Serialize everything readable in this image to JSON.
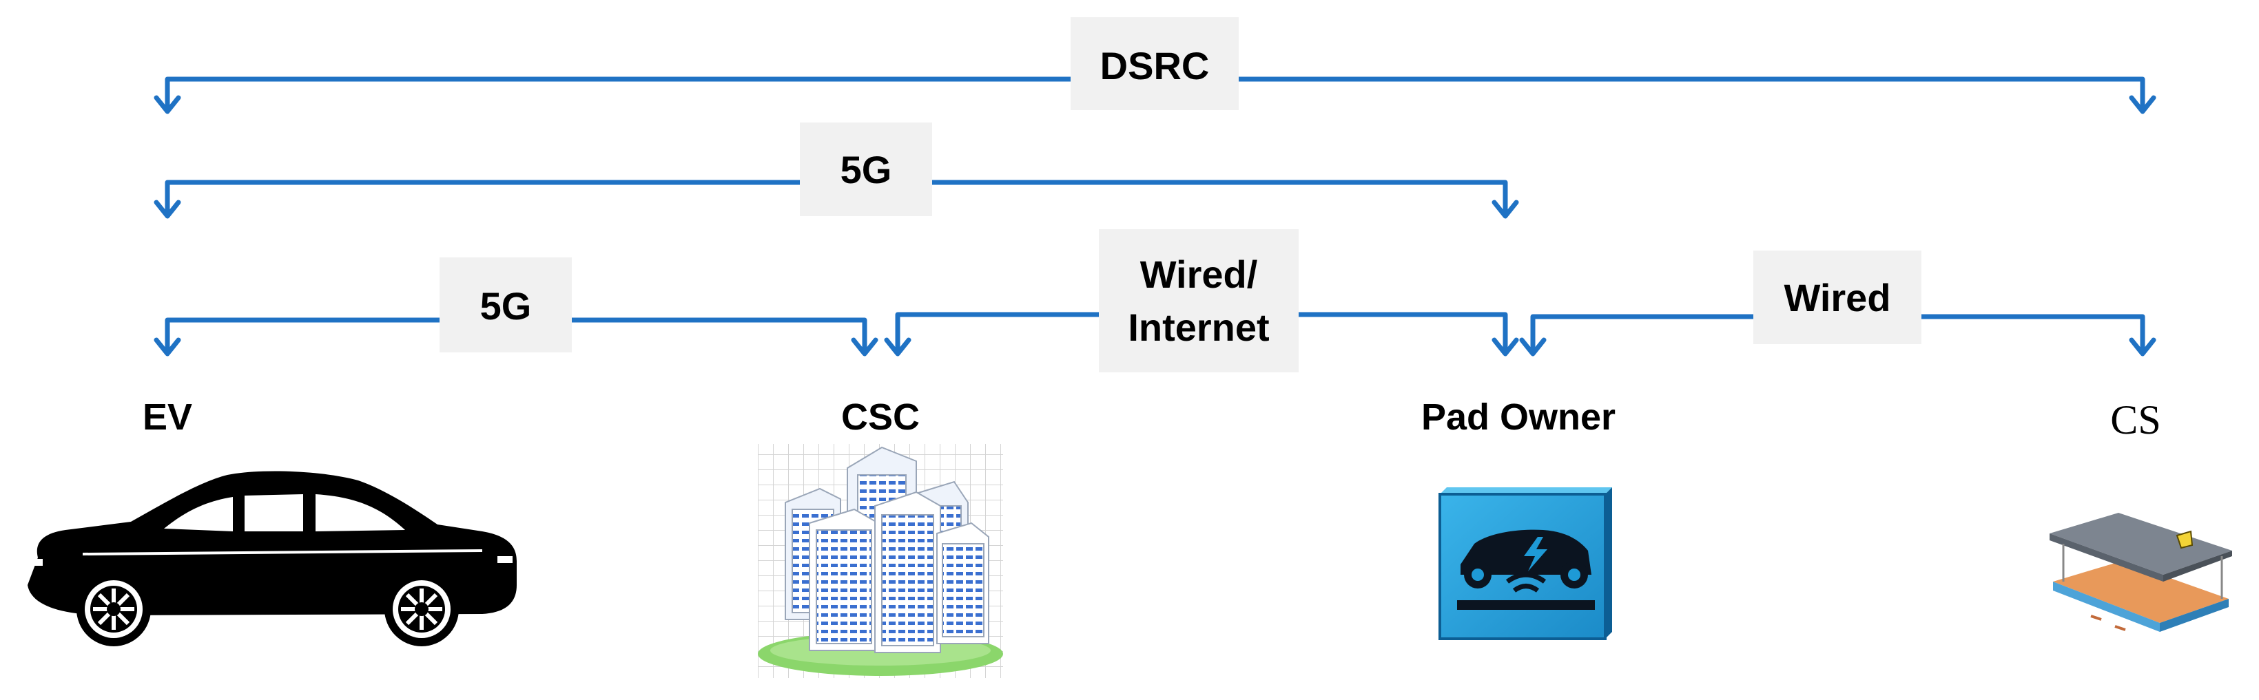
{
  "colors": {
    "link": "#1f72c4",
    "label_box": "#f1f1f1",
    "pad_blue": "#1e9ad6",
    "pad_edge": "#0c5e94",
    "building_blue": "#3a6fd0",
    "ground_green": "#8bd66b"
  },
  "nodes": [
    {
      "id": "ev",
      "label": "EV",
      "icon": "car-icon"
    },
    {
      "id": "csc",
      "label": "CSC",
      "icon": "city-buildings-icon"
    },
    {
      "id": "pad_owner",
      "label": "Pad Owner",
      "icon": "ev-charging-pad-icon"
    },
    {
      "id": "cs",
      "label": "CS",
      "icon": "charging-plate-icon"
    }
  ],
  "links": [
    {
      "id": "dsrc",
      "from": "EV",
      "to": "CS",
      "label_lines": [
        "DSRC"
      ]
    },
    {
      "id": "fiveg_top",
      "from": "EV",
      "to": "Pad Owner",
      "label_lines": [
        "5G"
      ]
    },
    {
      "id": "fiveg_bottom",
      "from": "EV",
      "to": "CSC",
      "label_lines": [
        "5G"
      ]
    },
    {
      "id": "wired_internet",
      "from": "CSC",
      "to": "Pad Owner",
      "label_lines": [
        "Wired/",
        "Internet"
      ]
    },
    {
      "id": "wired",
      "from": "Pad Owner",
      "to": "CS",
      "label_lines": [
        "Wired"
      ]
    }
  ]
}
